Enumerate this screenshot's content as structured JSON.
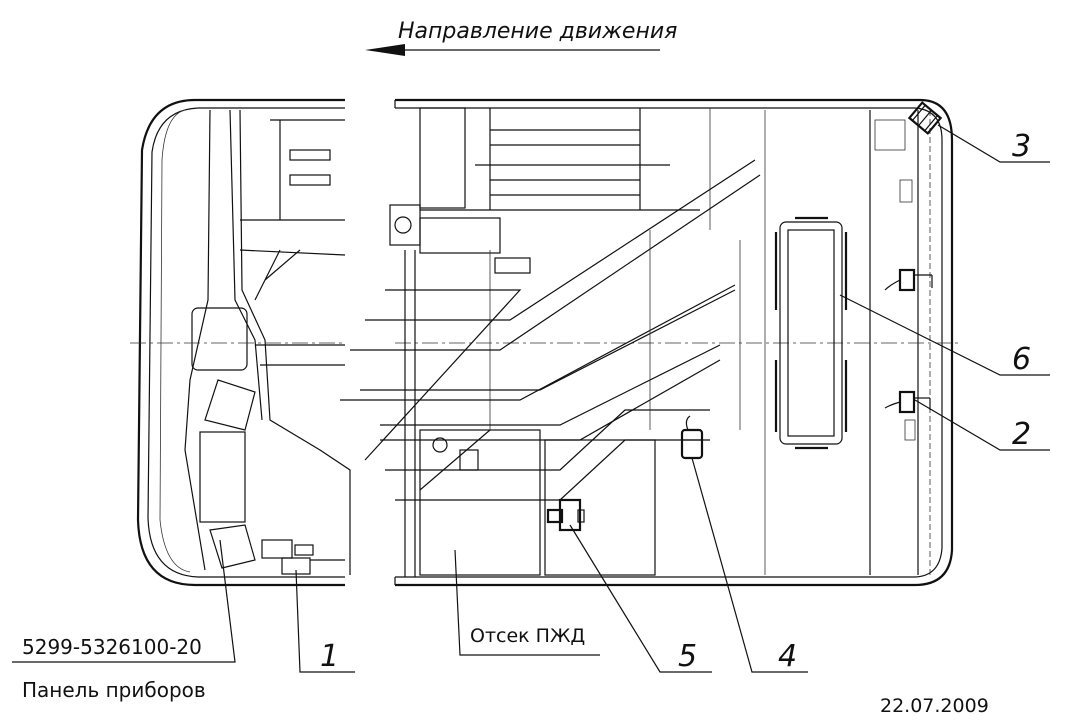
{
  "direction_label": "Направление движения",
  "callouts": [
    "1",
    "2",
    "3",
    "4",
    "5",
    "6"
  ],
  "part_number": "5299-5326100-20",
  "panel_label": "Панель приборов",
  "compartment_label": "Отсек ПЖД",
  "date": "22.07.2009"
}
